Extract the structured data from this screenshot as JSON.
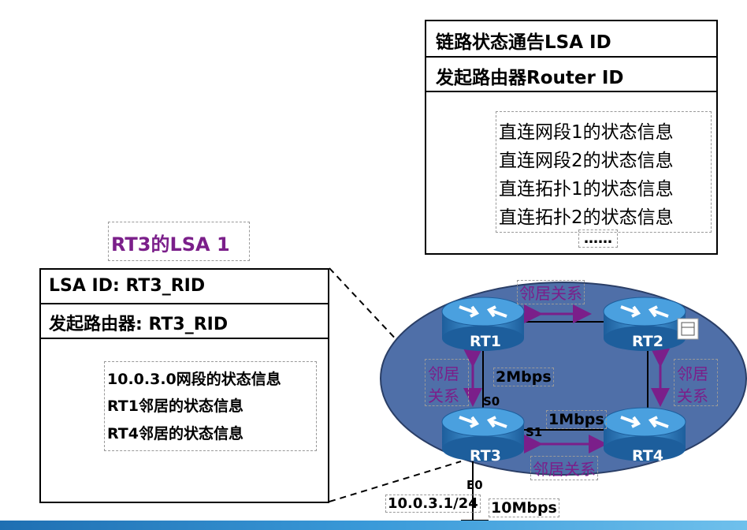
{
  "lsa_template": {
    "row1": "链路状态通告LSA ID",
    "row2": "发起路由器Router ID",
    "items": [
      "直连网段1的状态信息",
      "直连网段2的状态信息",
      "直连拓扑1的状态信息",
      "直连拓扑2的状态信息"
    ],
    "ellipsis": "……"
  },
  "rt3_lsa": {
    "title": "RT3的LSA 1",
    "row1": "LSA ID:  RT3_RID",
    "row2": "发起路由器:  RT3_RID",
    "items": [
      "10.0.3.0网段的状态信息",
      "RT1邻居的状态信息",
      "RT4邻居的状态信息"
    ]
  },
  "topology": {
    "routers": [
      "RT1",
      "RT2",
      "RT3",
      "RT4"
    ],
    "neighbor_label": "邻居关系",
    "neighbor_label_v1": "邻居",
    "neighbor_label_v2": "关系",
    "link_rt1_rt3": "2Mbps",
    "link_rt3_rt4": "1Mbps",
    "s0": "S0",
    "s1": "S1",
    "e0": "E0",
    "lan_ip": "10.0.3.1/24",
    "lan_speed": "10Mbps"
  },
  "colors": {
    "ellipse_fill": "#4f6fa8",
    "router_blue": "#2e7bbf",
    "neighbor_text": "#7b1f8a"
  }
}
